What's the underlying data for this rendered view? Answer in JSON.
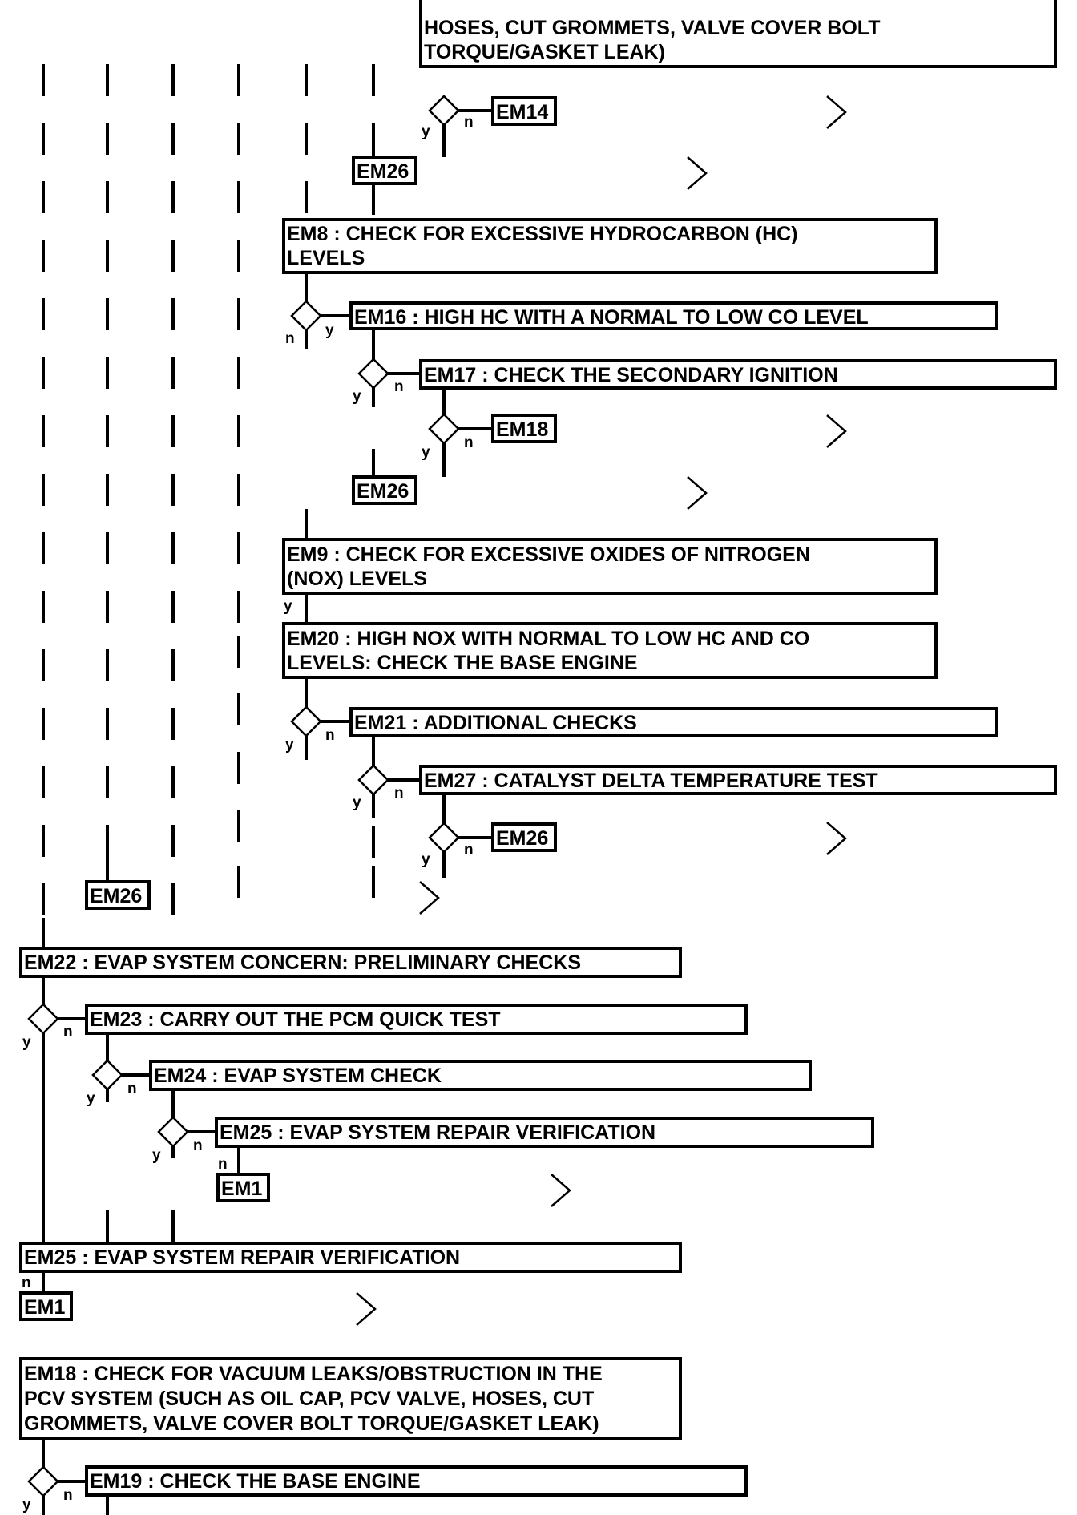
{
  "boxes": {
    "em7_cont": [
      "HOSES, CUT GROMMETS, VALVE COVER BOLT",
      "TORQUE/GASKET LEAK)"
    ],
    "em8": [
      "EM8 : CHECK FOR EXCESSIVE HYDROCARBON (HC)",
      "LEVELS"
    ],
    "em16": [
      "EM16 : HIGH HC WITH A NORMAL TO LOW CO LEVEL"
    ],
    "em17": [
      "EM17 : CHECK THE SECONDARY IGNITION"
    ],
    "em9": [
      "EM9 : CHECK FOR EXCESSIVE OXIDES OF NITROGEN",
      "(NOX) LEVELS"
    ],
    "em20": [
      "EM20 : HIGH NOX WITH NORMAL TO LOW HC AND CO",
      "LEVELS: CHECK THE BASE ENGINE"
    ],
    "em21": [
      "EM21 : ADDITIONAL CHECKS"
    ],
    "em27": [
      "EM27 : CATALYST DELTA TEMPERATURE TEST"
    ],
    "em22": [
      "EM22 : EVAP SYSTEM CONCERN: PRELIMINARY CHECKS"
    ],
    "em23": [
      "EM23 : CARRY OUT THE PCM QUICK TEST"
    ],
    "em24": [
      "EM24 : EVAP SYSTEM CHECK"
    ],
    "em25_a": [
      "EM25 : EVAP SYSTEM REPAIR VERIFICATION"
    ],
    "em25_b": [
      "EM25 : EVAP SYSTEM REPAIR VERIFICATION"
    ],
    "em18": [
      "EM18 : CHECK FOR VACUUM LEAKS/OBSTRUCTION IN THE",
      "PCV SYSTEM (SUCH AS OIL CAP, PCV VALVE, HOSES, CUT",
      "GROMMETS, VALVE COVER BOLT TORQUE/GASKET LEAK)"
    ],
    "em19": [
      "EM19 : CHECK THE BASE ENGINE"
    ]
  },
  "refs": {
    "em14": "EM14",
    "em26_a": "EM26",
    "em18_ref": "EM18",
    "em26_b": "EM26",
    "em26_c": "EM26",
    "em26_d": "EM26",
    "em1_a": "EM1",
    "em1_b": "EM1"
  },
  "branch": {
    "yes": "y",
    "no": "n"
  }
}
